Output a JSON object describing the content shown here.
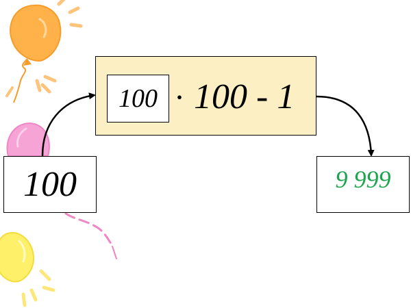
{
  "input": {
    "value": "100"
  },
  "formula": {
    "placeholder_value": "100",
    "operator": "·",
    "expression": "100 - 1",
    "background_color": "#fcefc4"
  },
  "result": {
    "value": "9 999",
    "color": "#1aa44e"
  },
  "decorations": {
    "balloons": [
      {
        "name": "orange-balloon-icon",
        "color": "#ffb24a"
      },
      {
        "name": "pink-balloon-icon",
        "color": "#f6a3d6"
      },
      {
        "name": "yellow-balloon-icon",
        "color": "#fff06a"
      }
    ]
  }
}
